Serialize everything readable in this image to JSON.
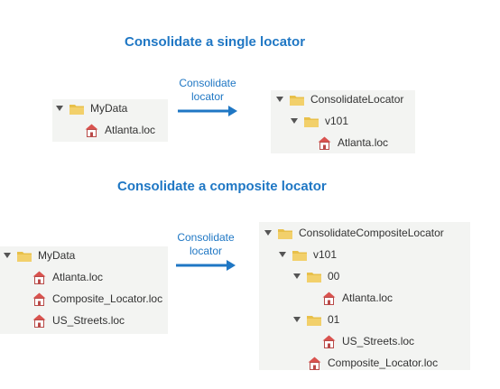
{
  "headings": {
    "single": "Consolidate a single locator",
    "composite": "Consolidate a composite locator"
  },
  "arrow": {
    "line1": "Consolidate",
    "line2": "locator",
    "color": "#1f77c4"
  },
  "colors": {
    "heading": "#1f77c4",
    "folder": "#e8c04a",
    "locator_roof": "#d9534f",
    "panel_bg": "#f3f4f2"
  },
  "icons": {
    "folder": "folder-icon",
    "locator": "locator-house-icon",
    "expand": "expand-triangle-icon"
  },
  "single": {
    "source": {
      "root": "MyData",
      "items": [
        "Atlanta.loc"
      ]
    },
    "result": {
      "root": "ConsolidateLocator",
      "version": "v101",
      "items": [
        "Atlanta.loc"
      ]
    }
  },
  "composite": {
    "source": {
      "root": "MyData",
      "items": [
        "Atlanta.loc",
        "Composite_Locator.loc",
        "US_Streets.loc"
      ]
    },
    "result": {
      "root": "ConsolidateCompositeLocator",
      "version": "v101",
      "folders": [
        {
          "name": "00",
          "items": [
            "Atlanta.loc"
          ]
        },
        {
          "name": "01",
          "items": [
            "US_Streets.loc"
          ]
        }
      ],
      "items": [
        "Composite_Locator.loc"
      ]
    }
  }
}
